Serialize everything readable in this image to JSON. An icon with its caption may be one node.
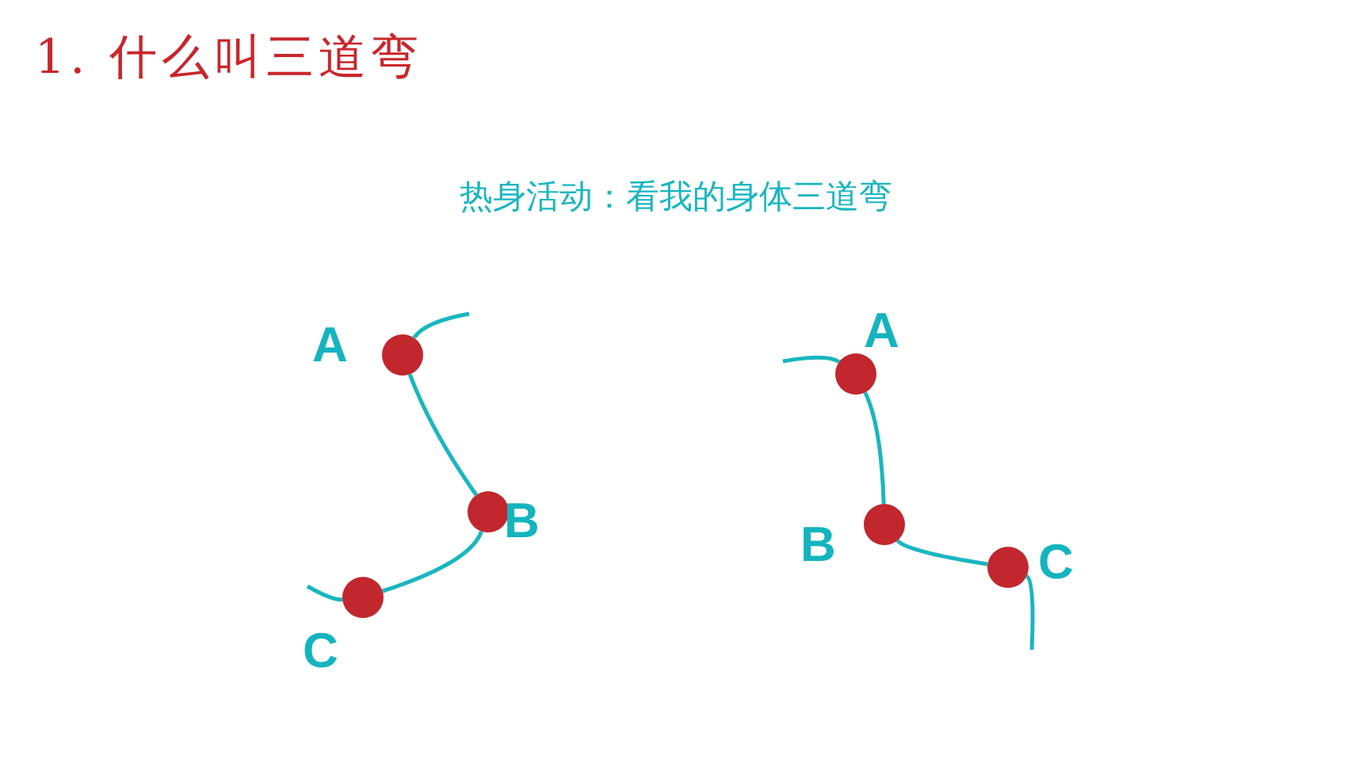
{
  "diagram": {
    "title": "1. 什么叫三道弯",
    "nodes": [
      {
        "text": [],
        "shape": "circle",
        "beside": [
          "A"
        ]
      },
      {
        "text": [],
        "shape": "circle",
        "beside": [
          "B"
        ]
      },
      {
        "text": [],
        "shape": "circle",
        "beside": [
          "C"
        ]
      },
      {
        "text": [],
        "shape": "circle",
        "beside": [
          "A"
        ]
      },
      {
        "text": [],
        "shape": "circle",
        "beside": [
          "B"
        ]
      },
      {
        "text": [],
        "shape": "circle",
        "beside": [
          "C"
        ]
      }
    ],
    "edges": [
      {
        "from": null,
        "to": 0,
        "arrow": "none"
      },
      {
        "from": 0,
        "to": 1,
        "arrow": "none"
      },
      {
        "from": 1,
        "to": 2,
        "arrow": "none"
      },
      {
        "from": 2,
        "to": null,
        "arrow": "none"
      },
      {
        "from": null,
        "to": 3,
        "arrow": "none"
      },
      {
        "from": 3,
        "to": 4,
        "arrow": "none"
      },
      {
        "from": 4,
        "to": 5,
        "arrow": "none"
      },
      {
        "from": 5,
        "to": null,
        "arrow": "none"
      }
    ],
    "labels": [
      "热身活动：看我的身体三道弯"
    ]
  }
}
